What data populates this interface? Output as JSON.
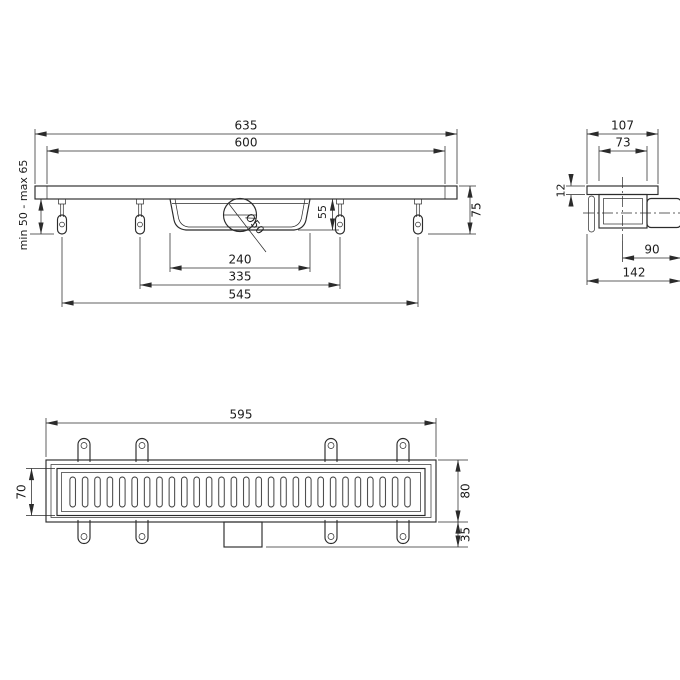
{
  "meta": {
    "background": "#ffffff",
    "line_color": "#2b2b2b",
    "drawing_type": "linear shower drain technical drawing"
  },
  "front": {
    "d635": "635",
    "d600": "600",
    "d75": "75",
    "dmin": "min 50 - max 65",
    "d55": "55",
    "d50": "Ø50",
    "d240": "240",
    "d335": "335",
    "d545": "545"
  },
  "side": {
    "d107": "107",
    "d73": "73",
    "d12": "12",
    "d90": "90",
    "d142": "142"
  },
  "top": {
    "d595": "595",
    "d70": "70",
    "d80": "80",
    "d35": "35"
  }
}
